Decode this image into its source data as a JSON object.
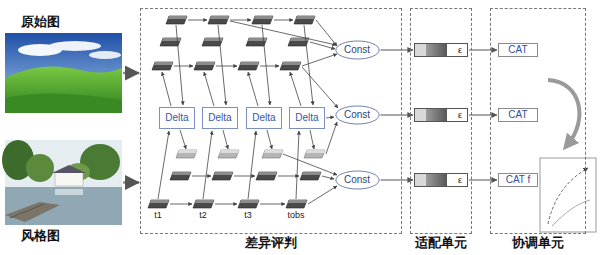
{
  "diagram": {
    "nodes": [
      {
        "text": [
          "原始图"
        ]
      },
      {
        "text": [
          "风格图"
        ]
      },
      {
        "text": [
          "差异评判"
        ]
      },
      {
        "text": [
          "Delta"
        ],
        "in": 2
      },
      {
        "text": [
          "Delta"
        ],
        "in": 2
      },
      {
        "text": [
          "Delta"
        ],
        "in": 2
      },
      {
        "text": [
          "Delta"
        ],
        "in": 2
      },
      {
        "text": [
          "Const"
        ],
        "in": 2
      },
      {
        "text": [
          "Const"
        ],
        "in": 2
      },
      {
        "text": [
          "Const"
        ],
        "in": 2
      },
      {
        "text": [
          "适配单元"
        ]
      },
      {
        "text": [
          "ε"
        ],
        "in": 10
      },
      {
        "text": [
          "ε"
        ],
        "in": 10
      },
      {
        "text": [
          "ε"
        ],
        "in": 10
      },
      {
        "text": [
          "协调单元"
        ]
      },
      {
        "text": [
          "CAT"
        ],
        "in": 14
      },
      {
        "text": [
          "CAT"
        ],
        "in": 14
      },
      {
        "text": [
          "CAT f"
        ],
        "in": 14
      }
    ],
    "edges": [
      {
        "from": 0,
        "to": 2,
        "arrow": "to"
      },
      {
        "from": 1,
        "to": 2,
        "arrow": "to"
      },
      {
        "from": 7,
        "to": 11,
        "arrow": "to"
      },
      {
        "from": 8,
        "to": 12,
        "arrow": "to"
      },
      {
        "from": 9,
        "to": 13,
        "arrow": "to"
      },
      {
        "from": 11,
        "to": 15,
        "arrow": "to"
      },
      {
        "from": 12,
        "to": 16,
        "arrow": "to"
      },
      {
        "from": 13,
        "to": 17,
        "arrow": "to"
      }
    ],
    "labels": [
      "t1",
      "t2",
      "t3",
      "tobs"
    ]
  }
}
